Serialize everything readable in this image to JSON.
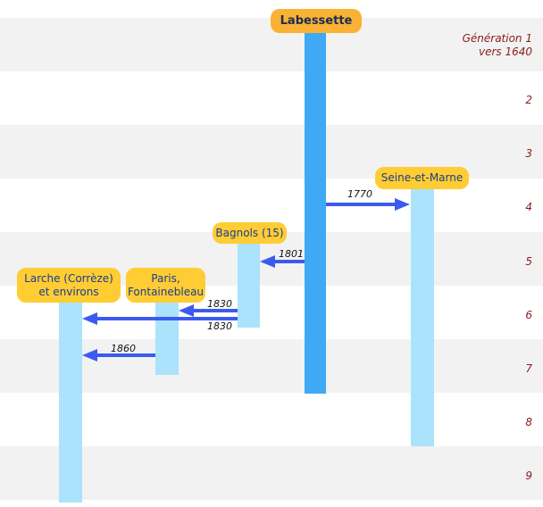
{
  "generations": [
    "Génération 1\nvers 1640",
    "2",
    "3",
    "4",
    "5",
    "6",
    "7",
    "8",
    "9"
  ],
  "places": {
    "origin": "Labessette",
    "seine_et_marne": "Seine-et-Marne",
    "bagnols": "Bagnols (15)",
    "paris": "Paris,\nFontainebleau",
    "larche": "Larche (Corrèze)\net environs"
  },
  "migrations": [
    {
      "from": "Labessette",
      "to": "Seine-et-Marne",
      "year": "1770"
    },
    {
      "from": "Labessette",
      "to": "Bagnols (15)",
      "year": "1801"
    },
    {
      "from": "Bagnols (15)",
      "to": "Paris,\nFontainebleau",
      "year": "1830"
    },
    {
      "from": "Bagnols (15)",
      "to": "Larche (Corrèze)\net environs",
      "year": "1830"
    },
    {
      "from": "Paris,\nFontainebleau",
      "to": "Larche (Corrèze)\net environs",
      "year": "1860"
    }
  ],
  "colors": {
    "origin_bar": "#3fa9f5",
    "branch_bar": "#aae3fb",
    "origin_label": "#f9b233",
    "place_label": "#ffcc33",
    "arrow": "#3b5bf0",
    "generation_text": "#8b1a1a"
  }
}
